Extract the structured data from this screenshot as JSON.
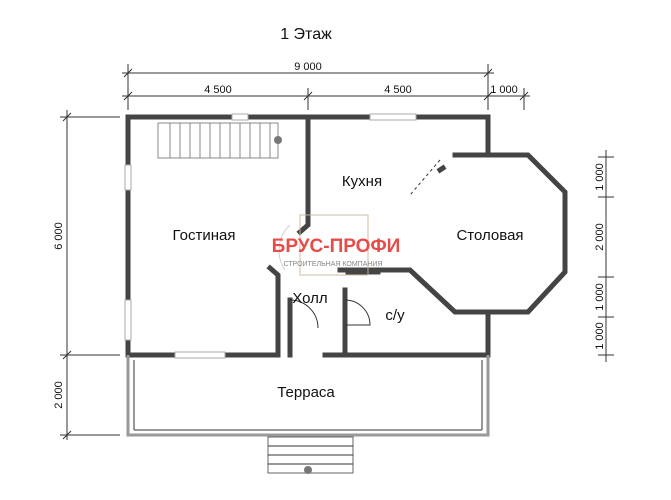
{
  "title": "1 Этаж",
  "dimensions": {
    "top_total": "9 000",
    "top_left": "4 500",
    "top_mid": "4 500",
    "top_right": "1 000",
    "left_house": "6 000",
    "left_terrace": "2 000",
    "right_1": "1 000",
    "right_2": "2 000",
    "right_3": "1 000",
    "right_4": "1 000"
  },
  "rooms": {
    "living": "Гостиная",
    "kitchen": "Кухня",
    "dining": "Столовая",
    "hall": "Холл",
    "wc": "с/у",
    "terrace": "Терраса"
  },
  "logo": {
    "name": "БРУС-ПРОФИ",
    "subtitle": "СТРОИТЕЛЬНАЯ КОМПАНИЯ",
    "color": "#e53935"
  }
}
